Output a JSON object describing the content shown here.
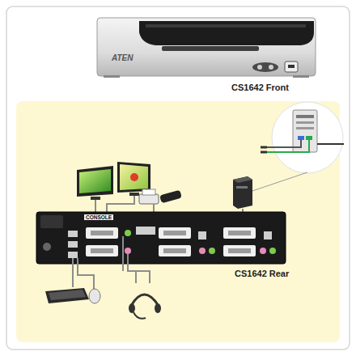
{
  "diagram": {
    "labels": [
      "ATEN",
      "CS1642 Front",
      "CONSOLE",
      "CS1642 Rear"
    ]
  }
}
